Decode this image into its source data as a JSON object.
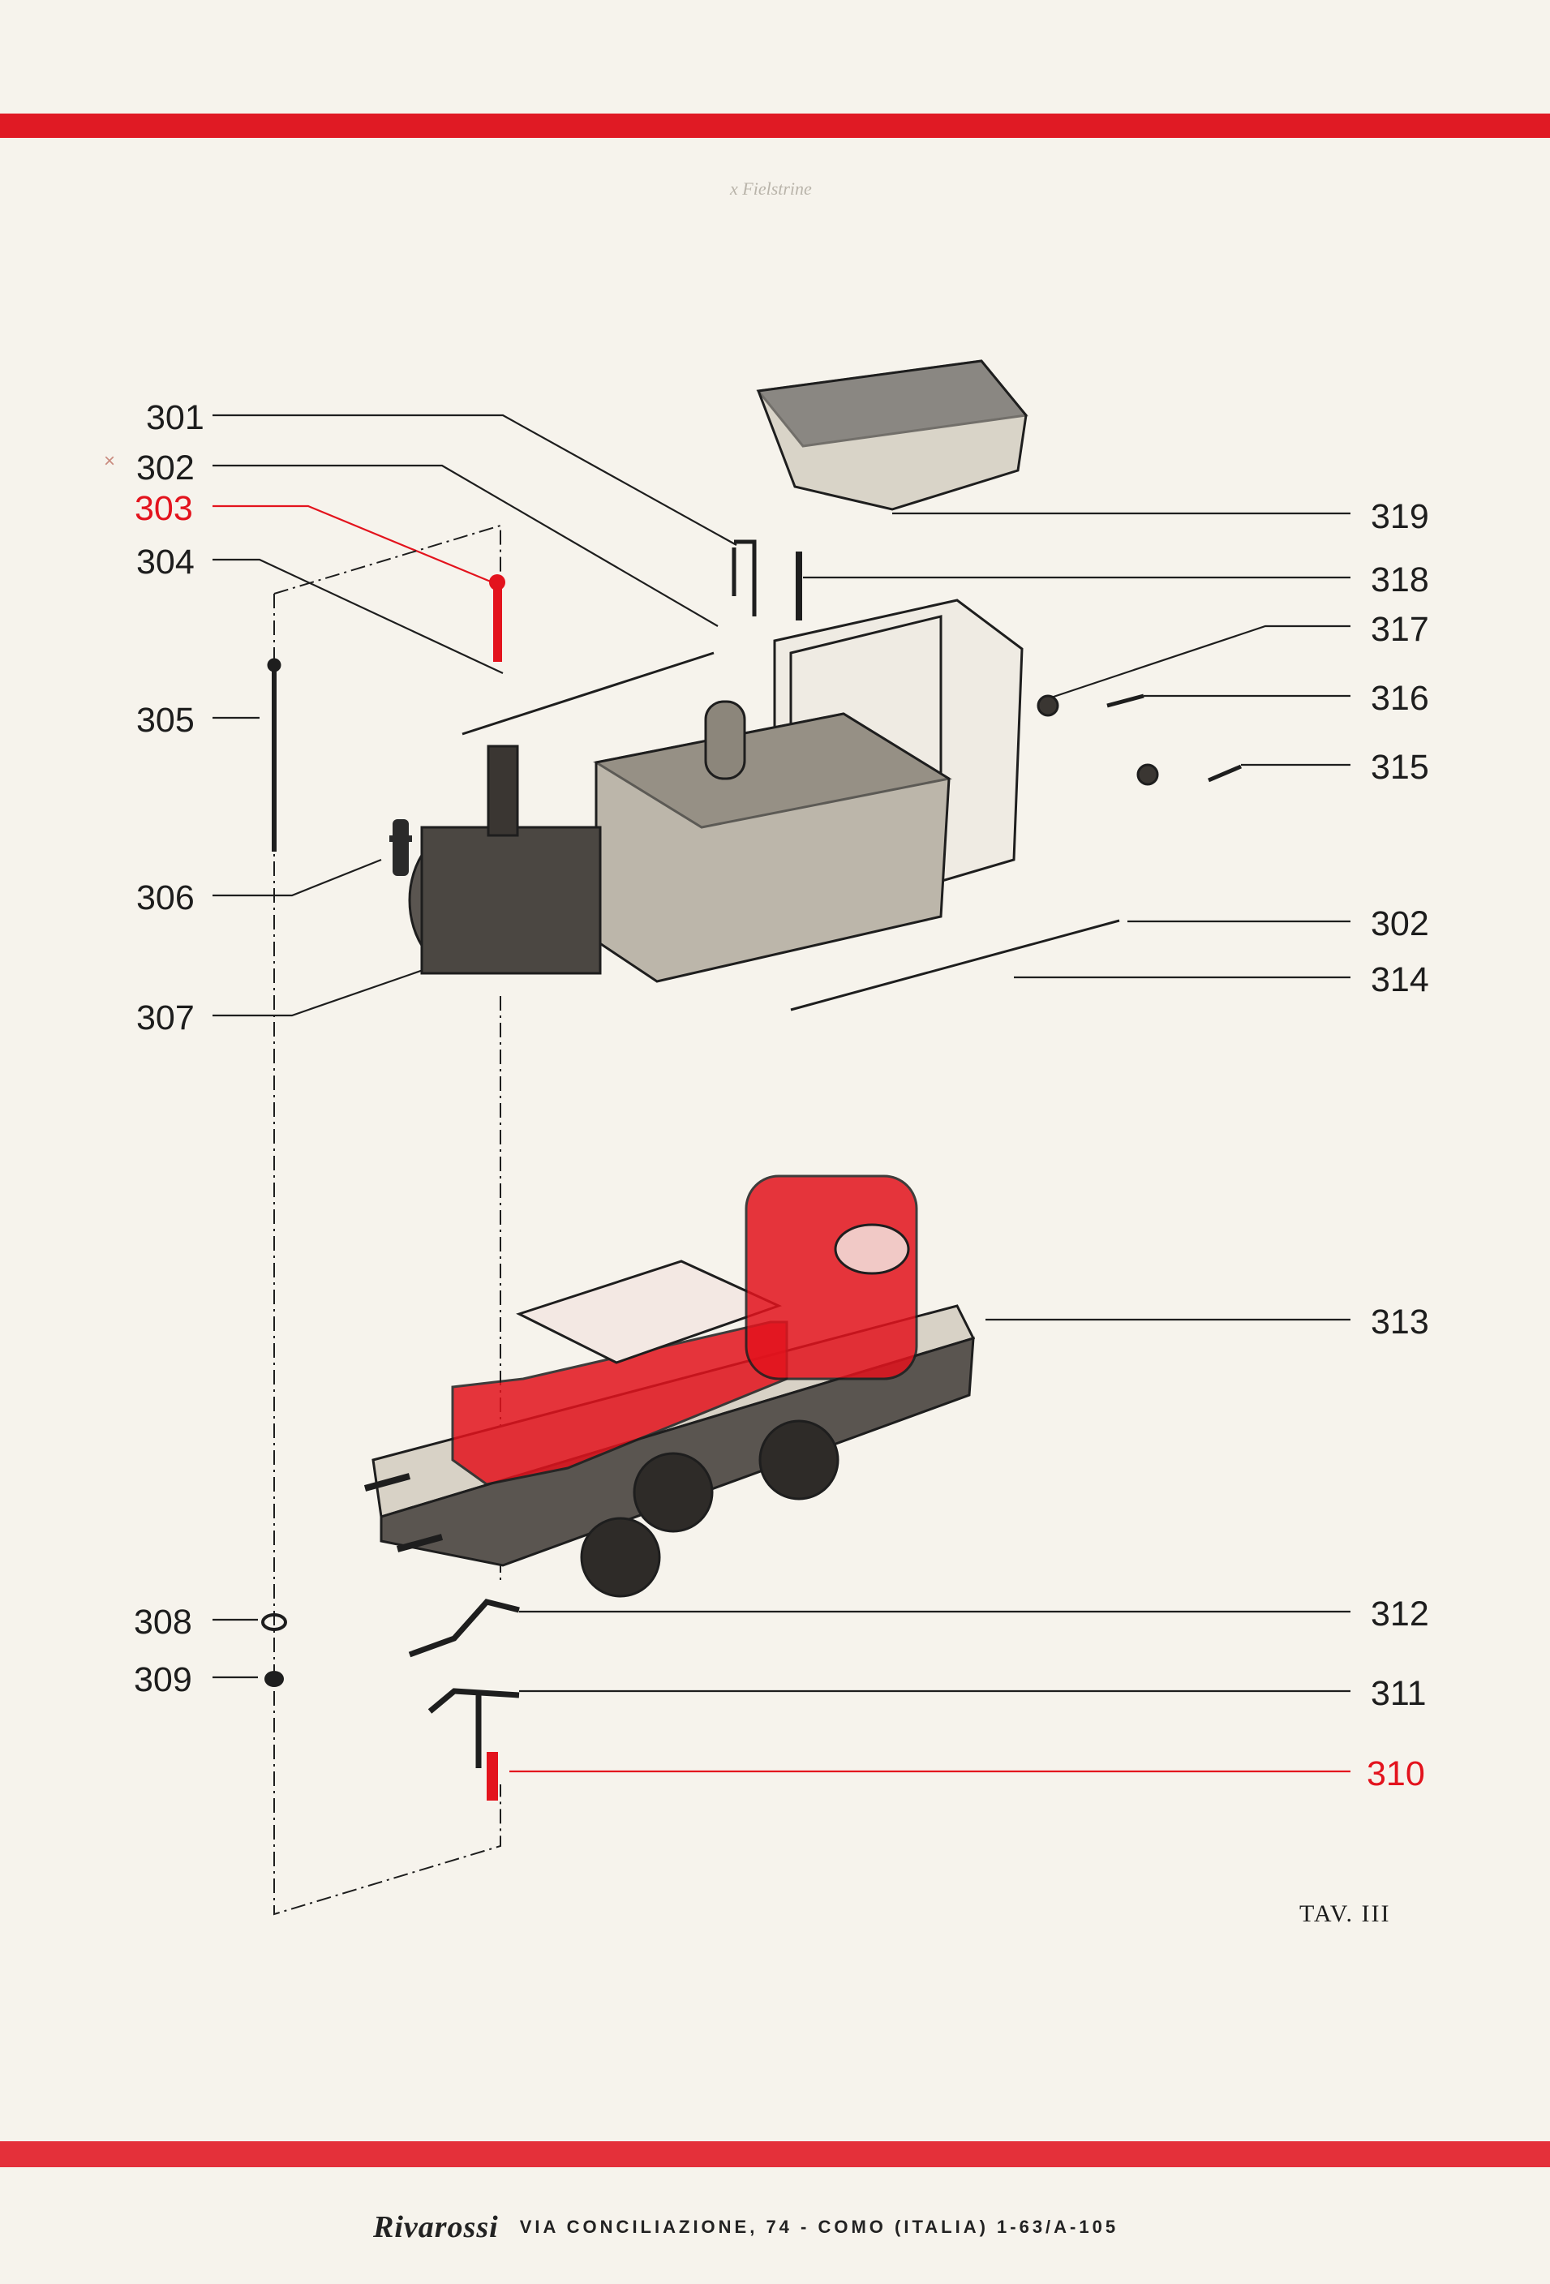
{
  "callouts": {
    "c301": "301",
    "c302": "302",
    "c303": "303",
    "c304": "304",
    "c305": "305",
    "c306": "306",
    "c307": "307",
    "c308": "308",
    "c309": "309",
    "c310": "310",
    "c311": "311",
    "c312": "312",
    "c313": "313",
    "c314": "314",
    "c315": "315",
    "c316": "316",
    "c317": "317",
    "c318": "318",
    "c319": "319",
    "c302b": "302"
  },
  "plate_label": "TAV. III",
  "pencil_note": "x Fielstrine",
  "pencil_mark": "×",
  "footer": {
    "brand": "Rivarossi",
    "address": "VIA CONCILIAZIONE, 74 - COMO (ITALIA) 1-63/A-105"
  },
  "colors": {
    "accent_red": "#e01a24",
    "ink": "#1d1d1d",
    "paper": "#f6f3ec"
  }
}
